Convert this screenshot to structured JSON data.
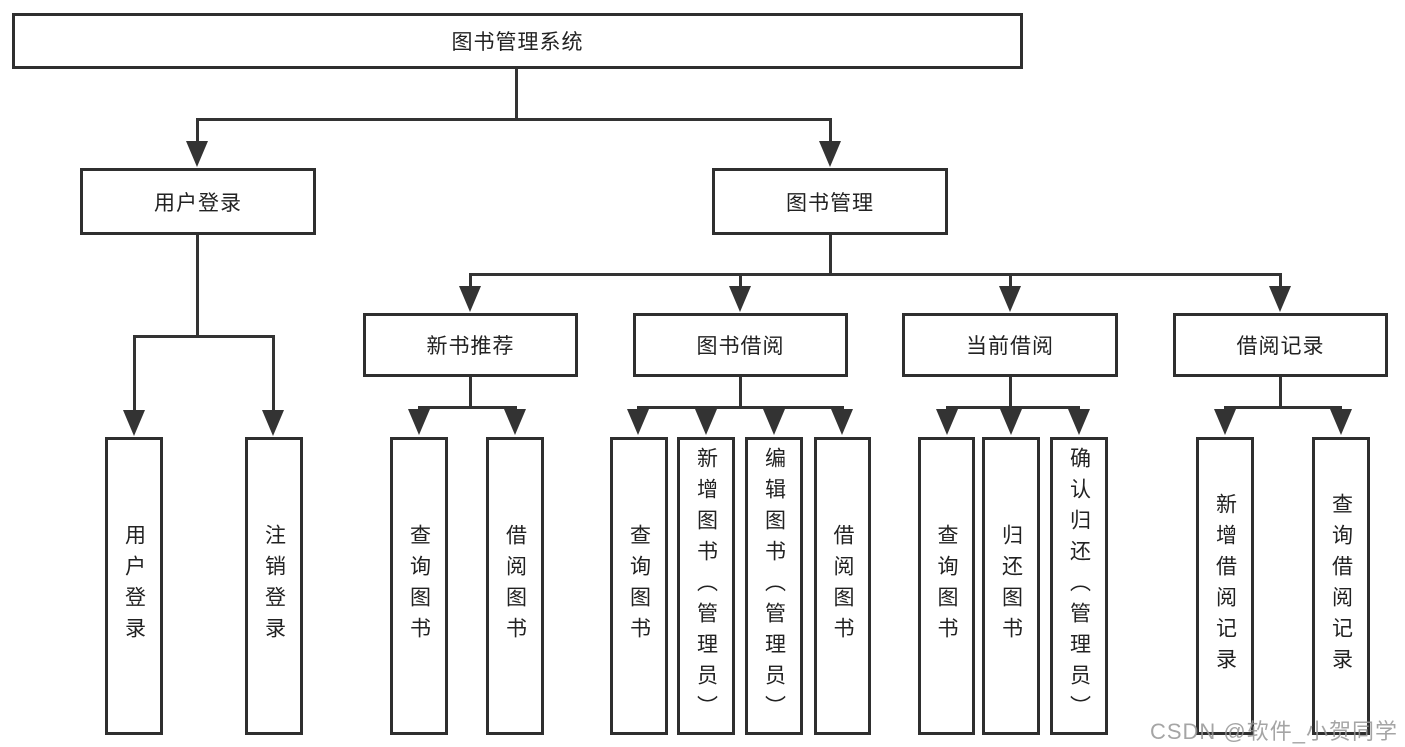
{
  "diagram": {
    "root": {
      "label": "图书管理系统"
    },
    "level2": [
      {
        "id": "user-login-module",
        "label": "用户登录"
      },
      {
        "id": "book-management-module",
        "label": "图书管理"
      }
    ],
    "level3": [
      {
        "id": "new-book-recommend",
        "label": "新书推荐"
      },
      {
        "id": "book-borrow",
        "label": "图书借阅"
      },
      {
        "id": "current-borrow",
        "label": "当前借阅"
      },
      {
        "id": "borrow-records",
        "label": "借阅记录"
      }
    ],
    "leaves": [
      {
        "id": "user-login",
        "label": "用户登录"
      },
      {
        "id": "logout",
        "label": "注销登录"
      },
      {
        "id": "query-books-recommend",
        "label": "查询图书"
      },
      {
        "id": "borrow-books-recommend",
        "label": "借阅图书"
      },
      {
        "id": "query-books-borrow",
        "label": "查询图书"
      },
      {
        "id": "add-books-admin",
        "label": "新增图书（管理员）"
      },
      {
        "id": "edit-books-admin",
        "label": "编辑图书（管理员）"
      },
      {
        "id": "borrow-books",
        "label": "借阅图书"
      },
      {
        "id": "query-books-current",
        "label": "查询图书"
      },
      {
        "id": "return-books",
        "label": "归还图书"
      },
      {
        "id": "confirm-return-admin",
        "label": "确认归还（管理员）"
      },
      {
        "id": "add-borrow-record",
        "label": "新增借阅记录"
      },
      {
        "id": "query-borrow-record",
        "label": "查询借阅记录"
      }
    ]
  },
  "watermark": {
    "text": "CSDN @软件_小贺同学"
  },
  "colors": {
    "line": "#333333",
    "box-border": "#2f2f2f",
    "box-fill": "#ffffff",
    "text": "#222222",
    "watermark": "#969696"
  }
}
